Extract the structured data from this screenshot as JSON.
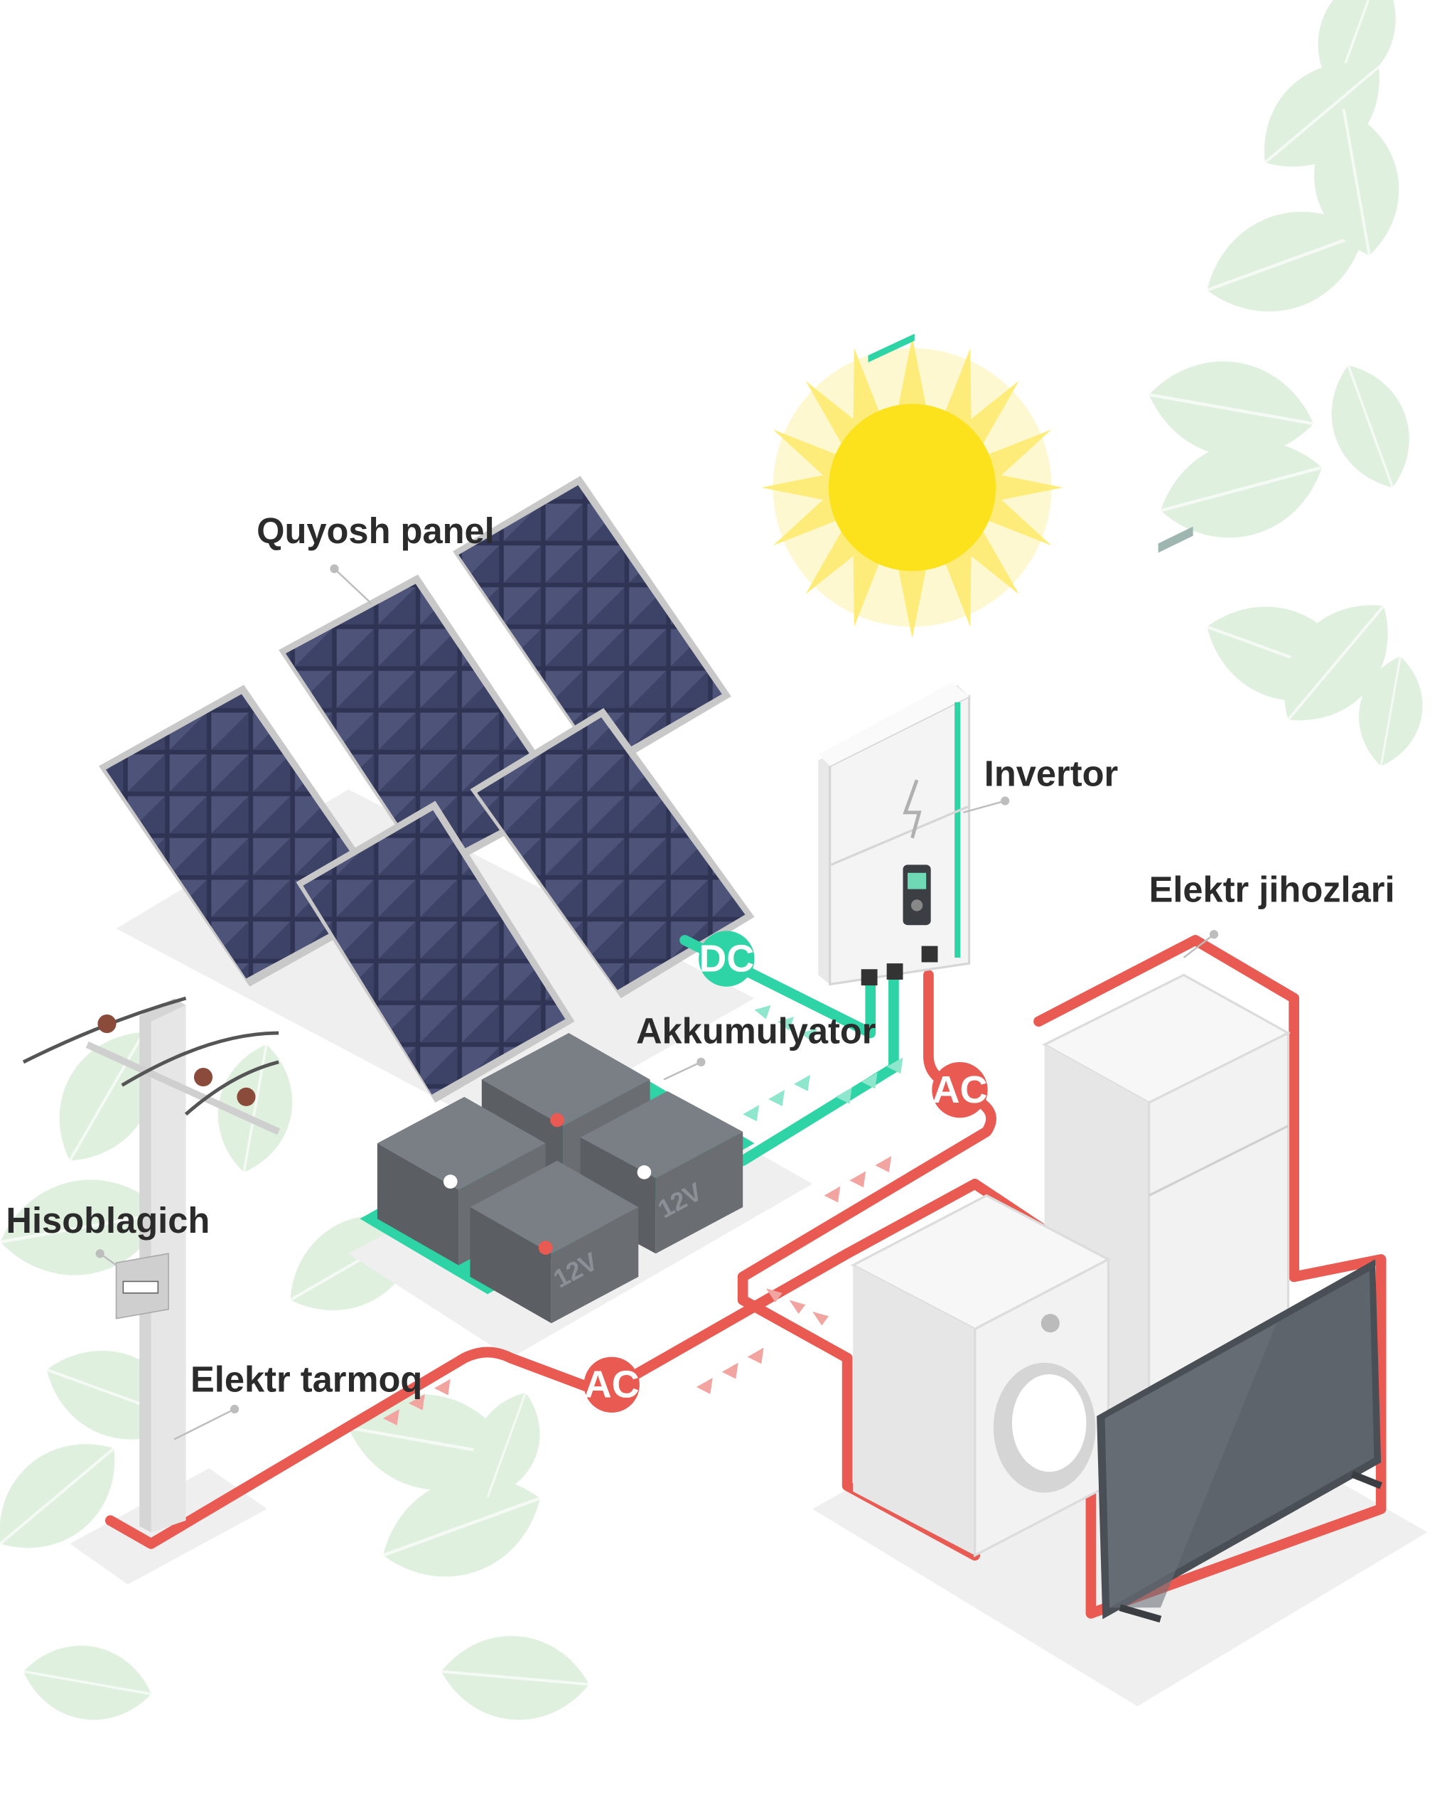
{
  "labels": {
    "solar_panel": "Quyosh panel",
    "inverter": "Invertor",
    "battery": "Akkumulyator",
    "appliances": "Elektr jihozlari",
    "meter": "Hisoblagich",
    "grid": "Elektr tarmoq"
  },
  "tags": {
    "dc": "DC",
    "ac_inverter": "AC",
    "ac_grid": "AC"
  },
  "battery_marking": "12V",
  "colors": {
    "dc_line": "#2ed3a6",
    "ac_line": "#e85a52",
    "sun": "#fce21c",
    "sun_rays": "#fdec7a",
    "leaf": "#dcefdc",
    "panel_cell": "#3a3f5c"
  }
}
